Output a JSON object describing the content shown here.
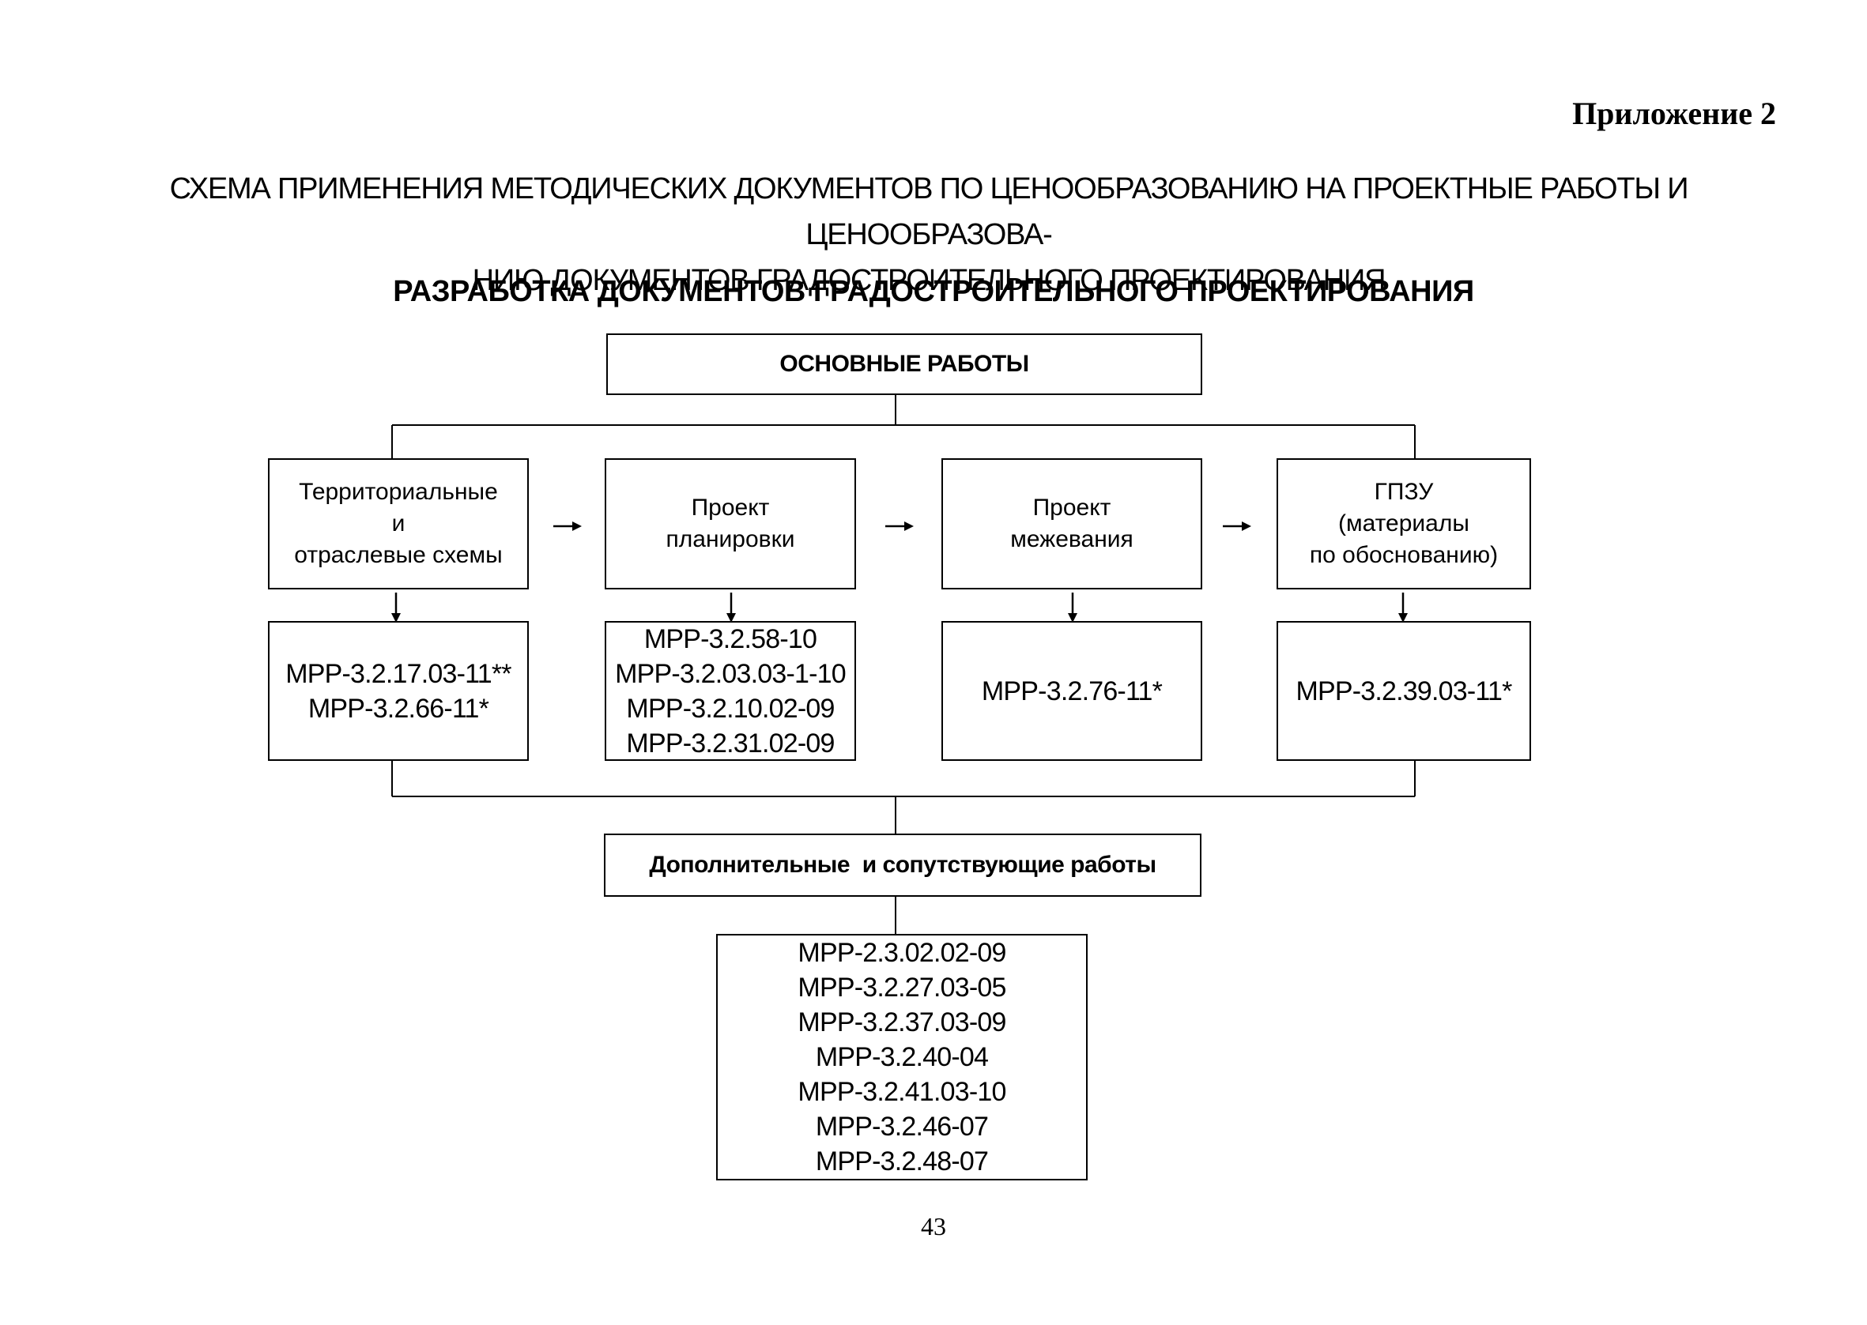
{
  "appendix_label": "Приложение 2",
  "title": {
    "line1": "СХЕМА ПРИМЕНЕНИЯ МЕТОДИЧЕСКИХ ДОКУМЕНТОВ ПО ЦЕНООБРАЗОВАНИЮ НА ПРОЕКТНЫЕ РАБОТЫ И ЦЕНООБРАЗОВА-",
    "line2": "НИЮ ДОКУМЕНТОВ ГРАДОСТРОИТЕЛЬНОГО ПРОЕКТИРОВАНИЯ"
  },
  "section_title": "РАЗРАБОТКА ДОКУМЕНТОВ ГРАДОСТРОИТЕЛЬНОГО ПРОЕКТИРОВАНИЯ",
  "main_works": "ОСНОВНЫЕ РАБОТЫ",
  "steps": [
    {
      "label": "Территориальные\nи\nотраслевые схемы",
      "docs": "МРР-3.2.17.03-11**\nМРР-3.2.66-11*"
    },
    {
      "label": "Проект\nпланировки",
      "docs": "МРР-3.2.58-10\nМРР-3.2.03.03-1-10\nМРР-3.2.10.02-09\nМРР-3.2.31.02-09"
    },
    {
      "label": "Проект\nмежевания",
      "docs": "МРР-3.2.76-11*"
    },
    {
      "label": "ГПЗУ\n(материалы\nпо обоснованию)",
      "docs": "МРР-3.2.39.03-11*"
    }
  ],
  "additional_works": "Дополнительные  и сопутствующие работы",
  "additional_docs": "МРР-2.3.02.02-09\nМРР-3.2.27.03-05\nМРР-3.2.37.03-09\nМРР-3.2.40-04\nМРР-3.2.41.03-10\nМРР-3.2.46-07\nМРР-3.2.48-07",
  "page_number": "43"
}
